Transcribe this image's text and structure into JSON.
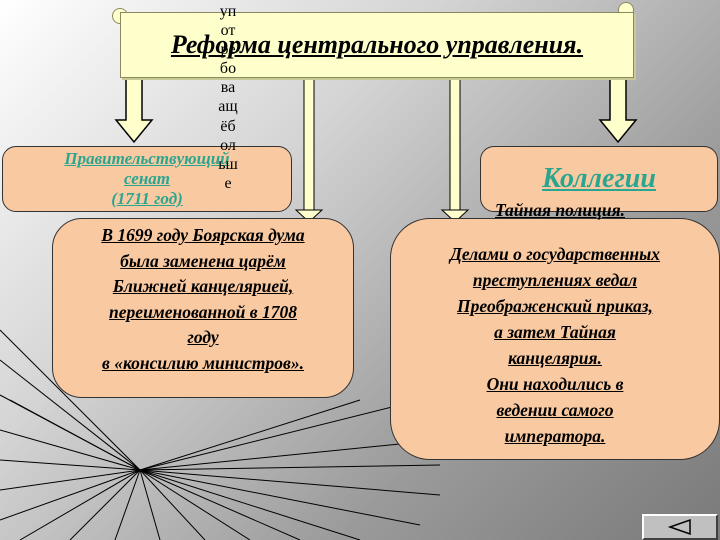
{
  "title": "Реформа центрального управления.",
  "senate": {
    "lines": [
      "Правительствующий",
      "сенат",
      "(1711 год)"
    ]
  },
  "collegia": {
    "label": "Коллегии"
  },
  "boyar_duma": {
    "lines": [
      "В 1699 году Боярская дума",
      "была заменена царём",
      "Ближней канцелярией,",
      "переименованной в 1708",
      "году",
      "в «консилию министров»."
    ]
  },
  "secret_police": {
    "title": "Тайная полиция.",
    "lines": [
      "Делами о государственных",
      "преступлениях ведал",
      "Преображенский приказ,",
      "а затем Тайная",
      "канцелярия.",
      "Они находились в",
      "ведении самого",
      "императора."
    ]
  },
  "vertical_text": "употребоваащёбольше",
  "nav": {
    "back_icon": "triangle-left-icon"
  },
  "colors": {
    "banner_bg": "#ffffcc",
    "box_bg": "#f9c9a1",
    "accent_text": "#2aa690",
    "arrow_fill": "#ffffcc"
  }
}
